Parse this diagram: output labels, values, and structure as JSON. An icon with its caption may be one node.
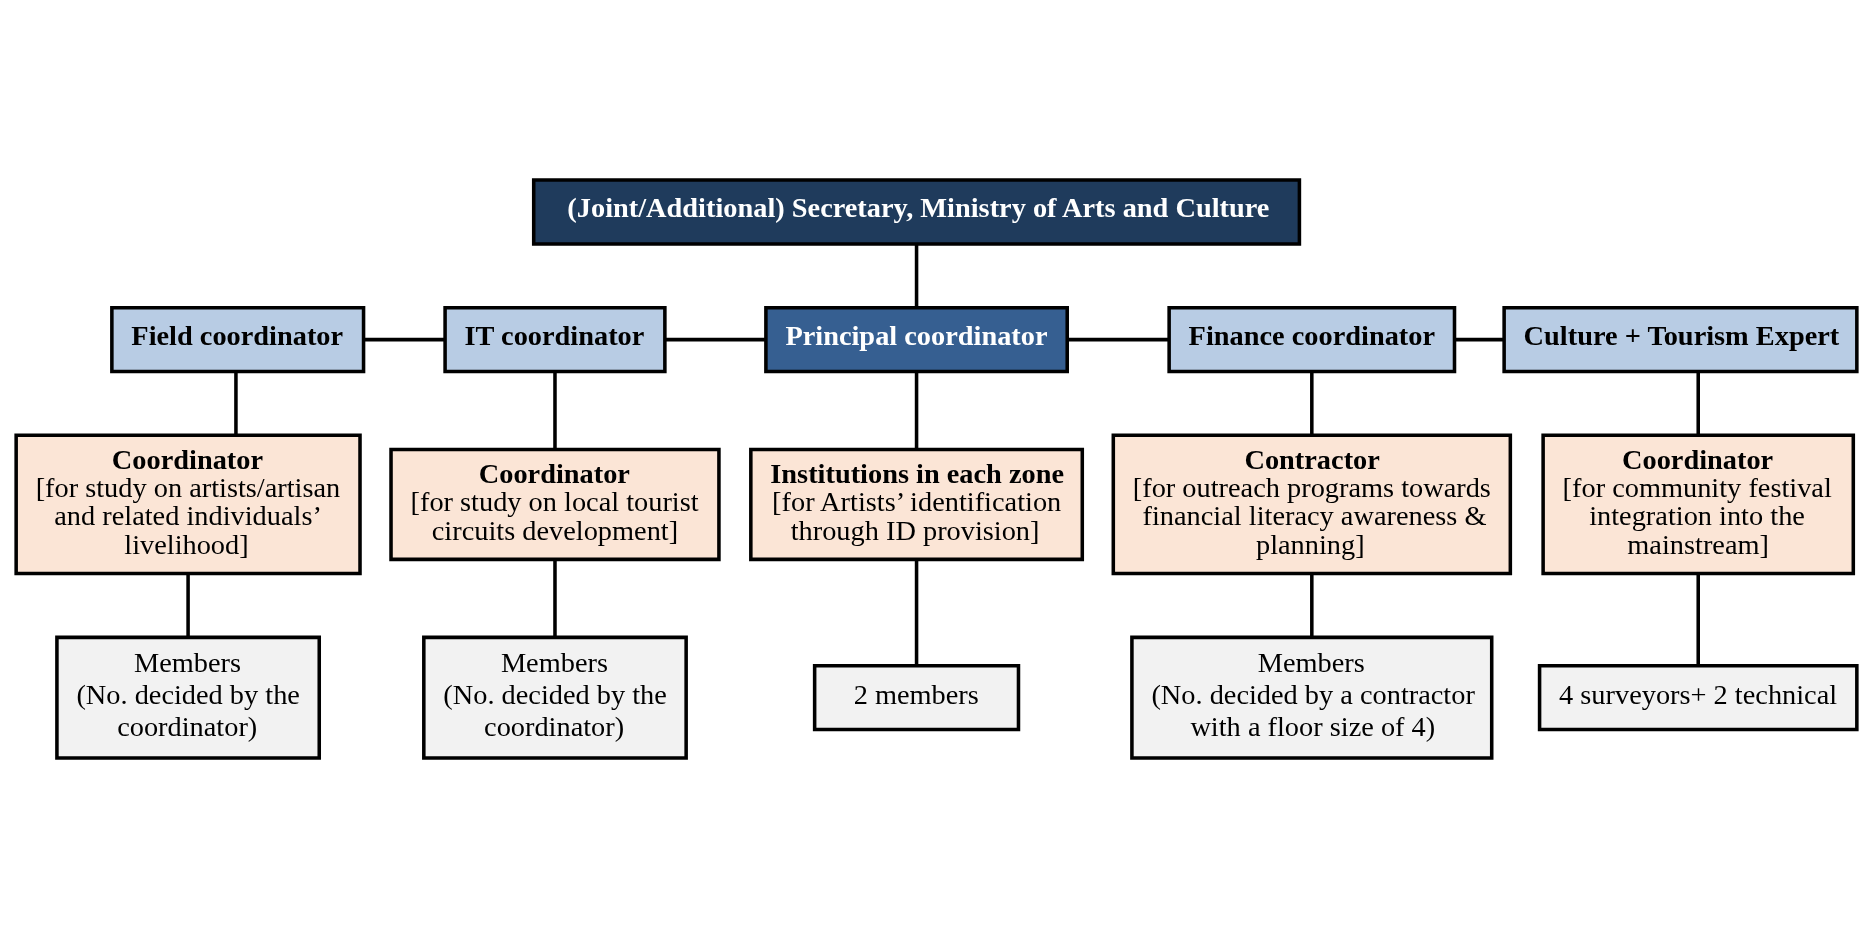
{
  "diagram": {
    "nodes": [
      {
        "text": [
          "(Joint/Additional) Secretary, Ministry of Arts and Culture"
        ]
      },
      {
        "text": [
          "Field coordinator"
        ]
      },
      {
        "text": [
          "IT coordinator"
        ]
      },
      {
        "text": [
          "Principal coordinator"
        ]
      },
      {
        "text": [
          "Finance coordinator"
        ]
      },
      {
        "text": [
          "Culture + Tourism Expert"
        ]
      },
      {
        "text": [
          "Coordinator",
          "[for study on artists/artisan and related individuals’ livelihood]"
        ]
      },
      {
        "text": [
          "Coordinator",
          "[for study on local tourist circuits development]"
        ]
      },
      {
        "text": [
          "Institutions in each zone",
          "[for Artists’ identification through ID provision]"
        ]
      },
      {
        "text": [
          "Contractor",
          "[for outreach programs towards financial literacy awareness & planning]"
        ]
      },
      {
        "text": [
          "Coordinator",
          "[for community festival integration into the mainstream]"
        ]
      },
      {
        "text": [
          "Members",
          "(No. decided by the coordinator)"
        ]
      },
      {
        "text": [
          "Members",
          "(No. decided by the coordinator)"
        ]
      },
      {
        "text": [
          "2 members"
        ]
      },
      {
        "text": [
          "Members",
          "(No. decided by a contractor with a floor size of 4)"
        ]
      },
      {
        "text": [
          "4 surveyors+ 2 technical"
        ]
      }
    ],
    "edges": [
      {
        "from": 0,
        "to": 3,
        "arrow": "none"
      },
      {
        "from": 1,
        "to": 2,
        "arrow": "none"
      },
      {
        "from": 2,
        "to": 3,
        "arrow": "none"
      },
      {
        "from": 3,
        "to": 4,
        "arrow": "none"
      },
      {
        "from": 4,
        "to": 5,
        "arrow": "none"
      },
      {
        "from": 1,
        "to": 6,
        "arrow": "none"
      },
      {
        "from": 2,
        "to": 7,
        "arrow": "none"
      },
      {
        "from": 3,
        "to": 8,
        "arrow": "none"
      },
      {
        "from": 4,
        "to": 9,
        "arrow": "none"
      },
      {
        "from": 5,
        "to": 10,
        "arrow": "none"
      },
      {
        "from": 6,
        "to": 11,
        "arrow": "none"
      },
      {
        "from": 7,
        "to": 12,
        "arrow": "none"
      },
      {
        "from": 8,
        "to": 13,
        "arrow": "none"
      },
      {
        "from": 9,
        "to": 14,
        "arrow": "none"
      },
      {
        "from": 10,
        "to": 15,
        "arrow": "none"
      }
    ]
  }
}
